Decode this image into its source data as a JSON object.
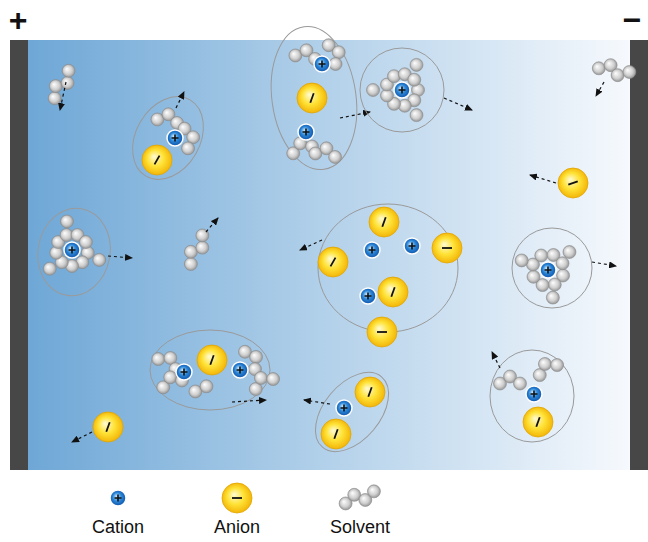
{
  "diagram": {
    "labels": [
      "+",
      "−"
    ],
    "legend": [
      {
        "text": "Cation"
      },
      {
        "text": "Anion"
      },
      {
        "text": "Solvent"
      }
    ]
  }
}
